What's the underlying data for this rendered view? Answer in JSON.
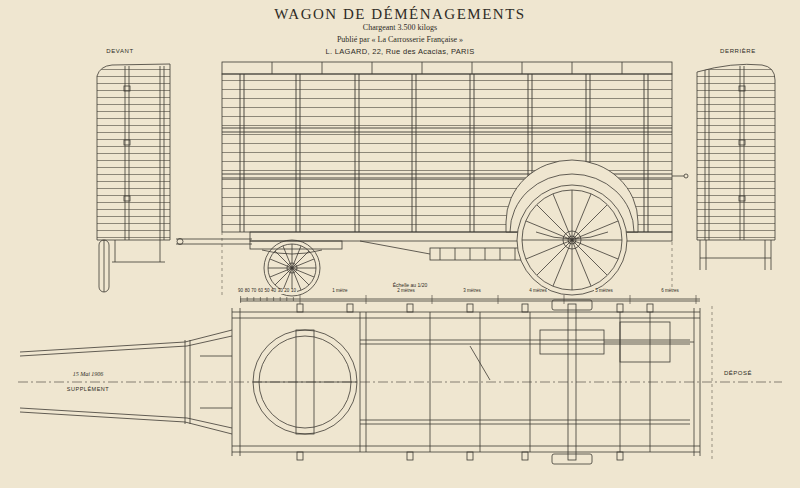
{
  "diagram": {
    "title": "WAGON DE DÉMÉNAGEMENTS",
    "labels": [
      "Chargeant 3.500 kilogs",
      "Publié par « La Carrosserie Française »",
      "L. LAGARD, 22, Rue des Acacias, PARIS",
      "DEVANT",
      "DERRIÈRE",
      "Échelle au 1/20",
      "90",
      "80",
      "70",
      "60",
      "50",
      "40",
      "30",
      "20",
      "10",
      "1 mètre",
      "2 mètres",
      "3 mètres",
      "4 mètres",
      "5 mètres",
      "6 mètres",
      "15 Mai 1906",
      "SUPPLÉMENT",
      "DÉPOSÉ"
    ]
  }
}
